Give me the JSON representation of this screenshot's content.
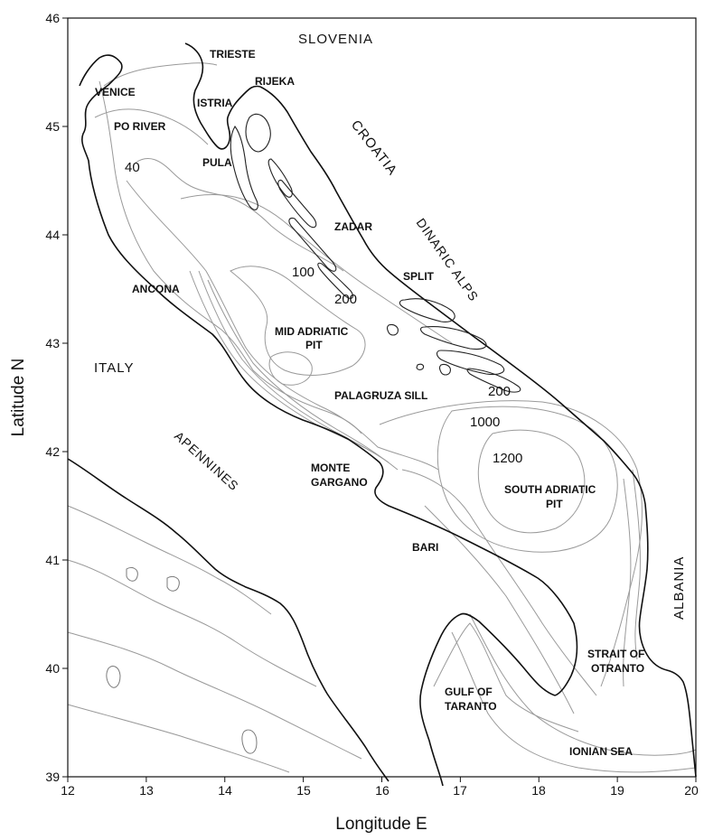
{
  "map": {
    "x_axis": {
      "label": "Longitude E",
      "ticks": [
        "12",
        "13",
        "14",
        "15",
        "16",
        "17",
        "18",
        "19",
        "20"
      ]
    },
    "y_axis": {
      "label": "Latitude N",
      "ticks": [
        "46",
        "45",
        "44",
        "43",
        "42",
        "41",
        "40",
        "39"
      ]
    },
    "places": {
      "slovenia": "SLOVENIA",
      "trieste": "TRIESTE",
      "venice": "VENICE",
      "istria": "ISTRIA",
      "rijeka": "RIJEKA",
      "po_river": "PO RIVER",
      "pula": "PULA",
      "croatia": "CROATIA",
      "zadar": "ZADAR",
      "dinaric_alps": "DINARIC ALPS",
      "split": "SPLIT",
      "ancona": "ANCONA",
      "mid_pit_line1": "MID ADRIATIC",
      "mid_pit_line2": "PIT",
      "italy": "ITALY",
      "palagruza_sill": "PALAGRUZA SILL",
      "apennines": "APENNINES",
      "monte_gargano_line1": "MONTE",
      "monte_gargano_line2": "GARGANO",
      "south_pit_line1": "SOUTH ADRIATIC",
      "south_pit_line2": "PIT",
      "bari": "BARI",
      "albania": "ALBANIA",
      "strait_line1": "STRAIT OF",
      "strait_line2": "OTRANTO",
      "gulf_line1": "GULF OF",
      "gulf_line2": "TARANTO",
      "ionian_sea": "IONIAN SEA"
    },
    "depth_labels": {
      "d40": "40",
      "d100": "100",
      "d200_north": "200",
      "d200_south": "200",
      "d1000": "1000",
      "d1200": "1200"
    }
  }
}
